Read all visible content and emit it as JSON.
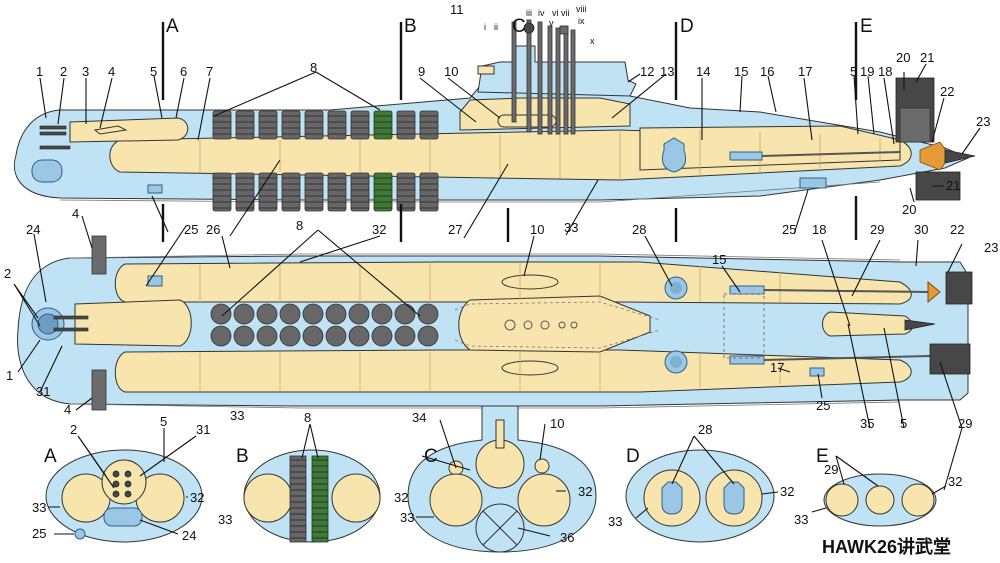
{
  "sections": [
    "A",
    "B",
    "C",
    "D",
    "E"
  ],
  "numbers": [
    "1",
    "2",
    "3",
    "4",
    "5",
    "6",
    "7",
    "8",
    "9",
    "10",
    "11",
    "12",
    "13",
    "14",
    "15",
    "16",
    "17",
    "18",
    "19",
    "20",
    "21",
    "22",
    "23",
    "24",
    "25",
    "26",
    "27",
    "28",
    "29",
    "30",
    "31",
    "32",
    "33",
    "34",
    "35",
    "36"
  ],
  "masts": [
    "i",
    "ii",
    "iii",
    "iv",
    "v",
    "vi",
    "vii",
    "viii",
    "ix",
    "x"
  ],
  "watermark": "HAWK26讲武堂",
  "colors": {
    "outer_hull": "#bfe3f4",
    "pressure_hull": "#f7e5ad",
    "equipment": "#9cc7e4",
    "missile_silos": "#676767",
    "highlighted_silo": "#3e7a36",
    "dark_parts": "#474747"
  }
}
